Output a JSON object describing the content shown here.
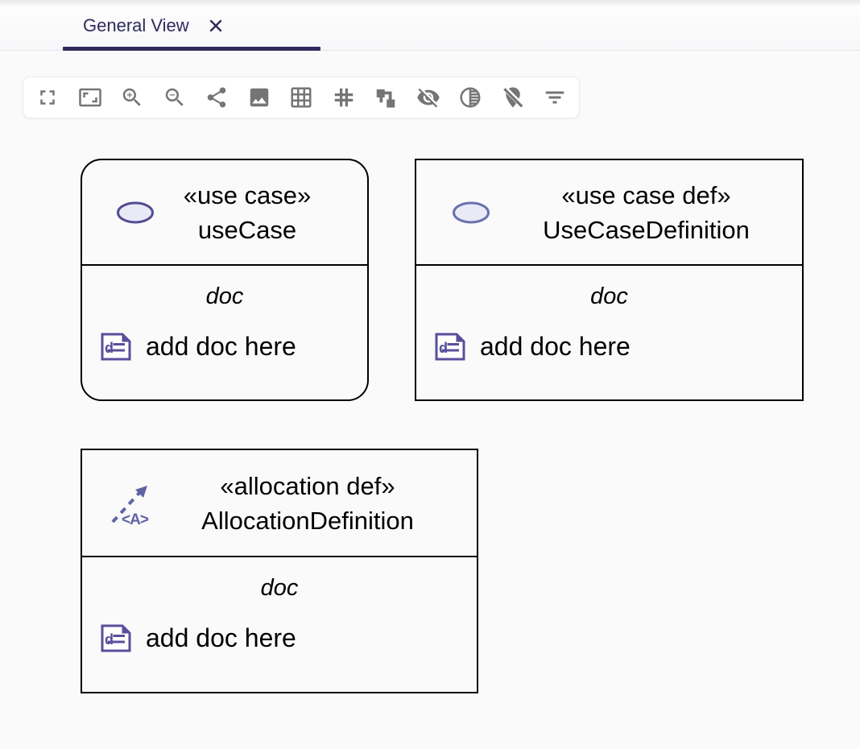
{
  "tab_bar": {
    "active_tab": {
      "label": "General View"
    }
  },
  "toolbar": {
    "icons": [
      "fullscreen",
      "fit-screen",
      "zoom-in",
      "zoom-out",
      "share",
      "image",
      "grid-on",
      "grid-lines",
      "schema",
      "visibility-off",
      "tonality",
      "location-off",
      "filter-list"
    ]
  },
  "diagram": {
    "nodes": [
      {
        "shape": "rounded-rectangle",
        "icon": "use-case-ellipse",
        "stereotype": "«use case»",
        "name": "useCase",
        "compartments": [
          {
            "label": "doc",
            "placeholder": "add doc here"
          }
        ]
      },
      {
        "shape": "rectangle",
        "icon": "use-case-ellipse",
        "stereotype": "«use case def»",
        "name": "UseCaseDefinition",
        "compartments": [
          {
            "label": "doc",
            "placeholder": "add doc here"
          }
        ]
      },
      {
        "shape": "rectangle",
        "icon": "allocation-arrow",
        "stereotype": "«allocation def»",
        "name": "AllocationDefinition",
        "compartments": [
          {
            "label": "doc",
            "placeholder": "add doc here"
          }
        ]
      }
    ],
    "allocation_icon_text": "<A>",
    "doc_icon_letter": "d"
  },
  "colors": {
    "tab_text": "#2e2a5c",
    "tab_underline": "#312c5e",
    "toolbar_icon": "#757575",
    "node_border": "#000000",
    "ellipse_fill": "#e9eaf6",
    "ellipse_stroke": "#534d92",
    "doc_icon": "#584f9b",
    "allocation_icon": "#6064a4",
    "canvas_bg": "#fafafa"
  }
}
